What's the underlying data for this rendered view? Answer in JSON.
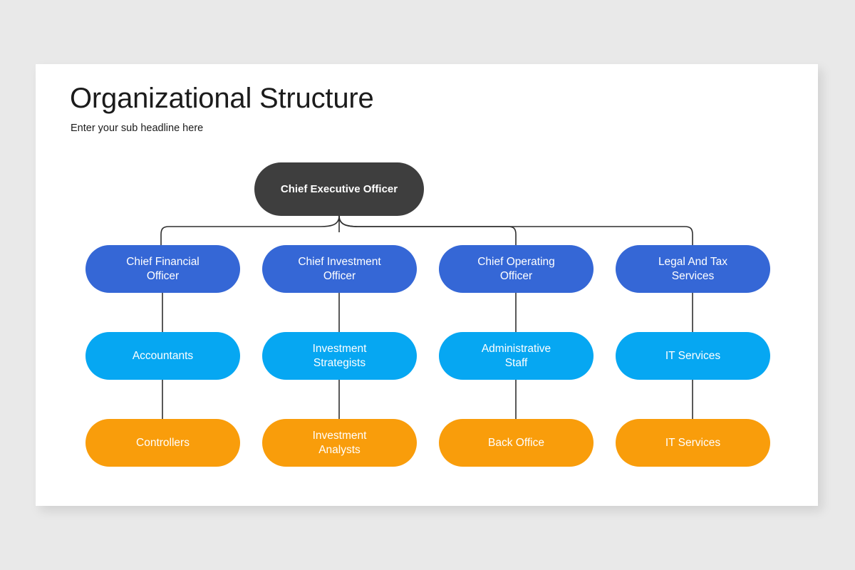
{
  "slide": {
    "title": "Organizational Structure",
    "subtitle": "Enter your sub headline here",
    "background_color": "#e9e9e9",
    "card_color": "#ffffff"
  },
  "colors": {
    "root": "#3e3e3e",
    "level1": "#3567d6",
    "level2": "#06a7f2",
    "level3": "#f99d0b",
    "connector": "#2f2f2f",
    "node_text": "#ffffff",
    "heading_text": "#1b1b1b"
  },
  "chart_data": {
    "type": "org-chart",
    "title": "Organizational Structure",
    "subtitle": "Enter your sub headline here",
    "root": {
      "label": "Chief Executive Officer",
      "level": 0,
      "color": "#3e3e3e"
    },
    "columns": [
      {
        "level1": "Chief Financial\nOfficer",
        "level2": "Accountants",
        "level3": "Controllers"
      },
      {
        "level1": "Chief Investment\nOfficer",
        "level2": "Investment\nStrategists",
        "level3": "Investment\nAnalysts"
      },
      {
        "level1": "Chief Operating\nOfficer",
        "level2": "Administrative\nStaff",
        "level3": "Back Office"
      },
      {
        "level1": "Legal And Tax\nServices",
        "level2": "IT Services",
        "level3": "IT Services"
      }
    ],
    "level_colors": [
      "#3e3e3e",
      "#3567d6",
      "#06a7f2",
      "#f99d0b"
    ],
    "row_count": 4,
    "column_count": 4
  }
}
